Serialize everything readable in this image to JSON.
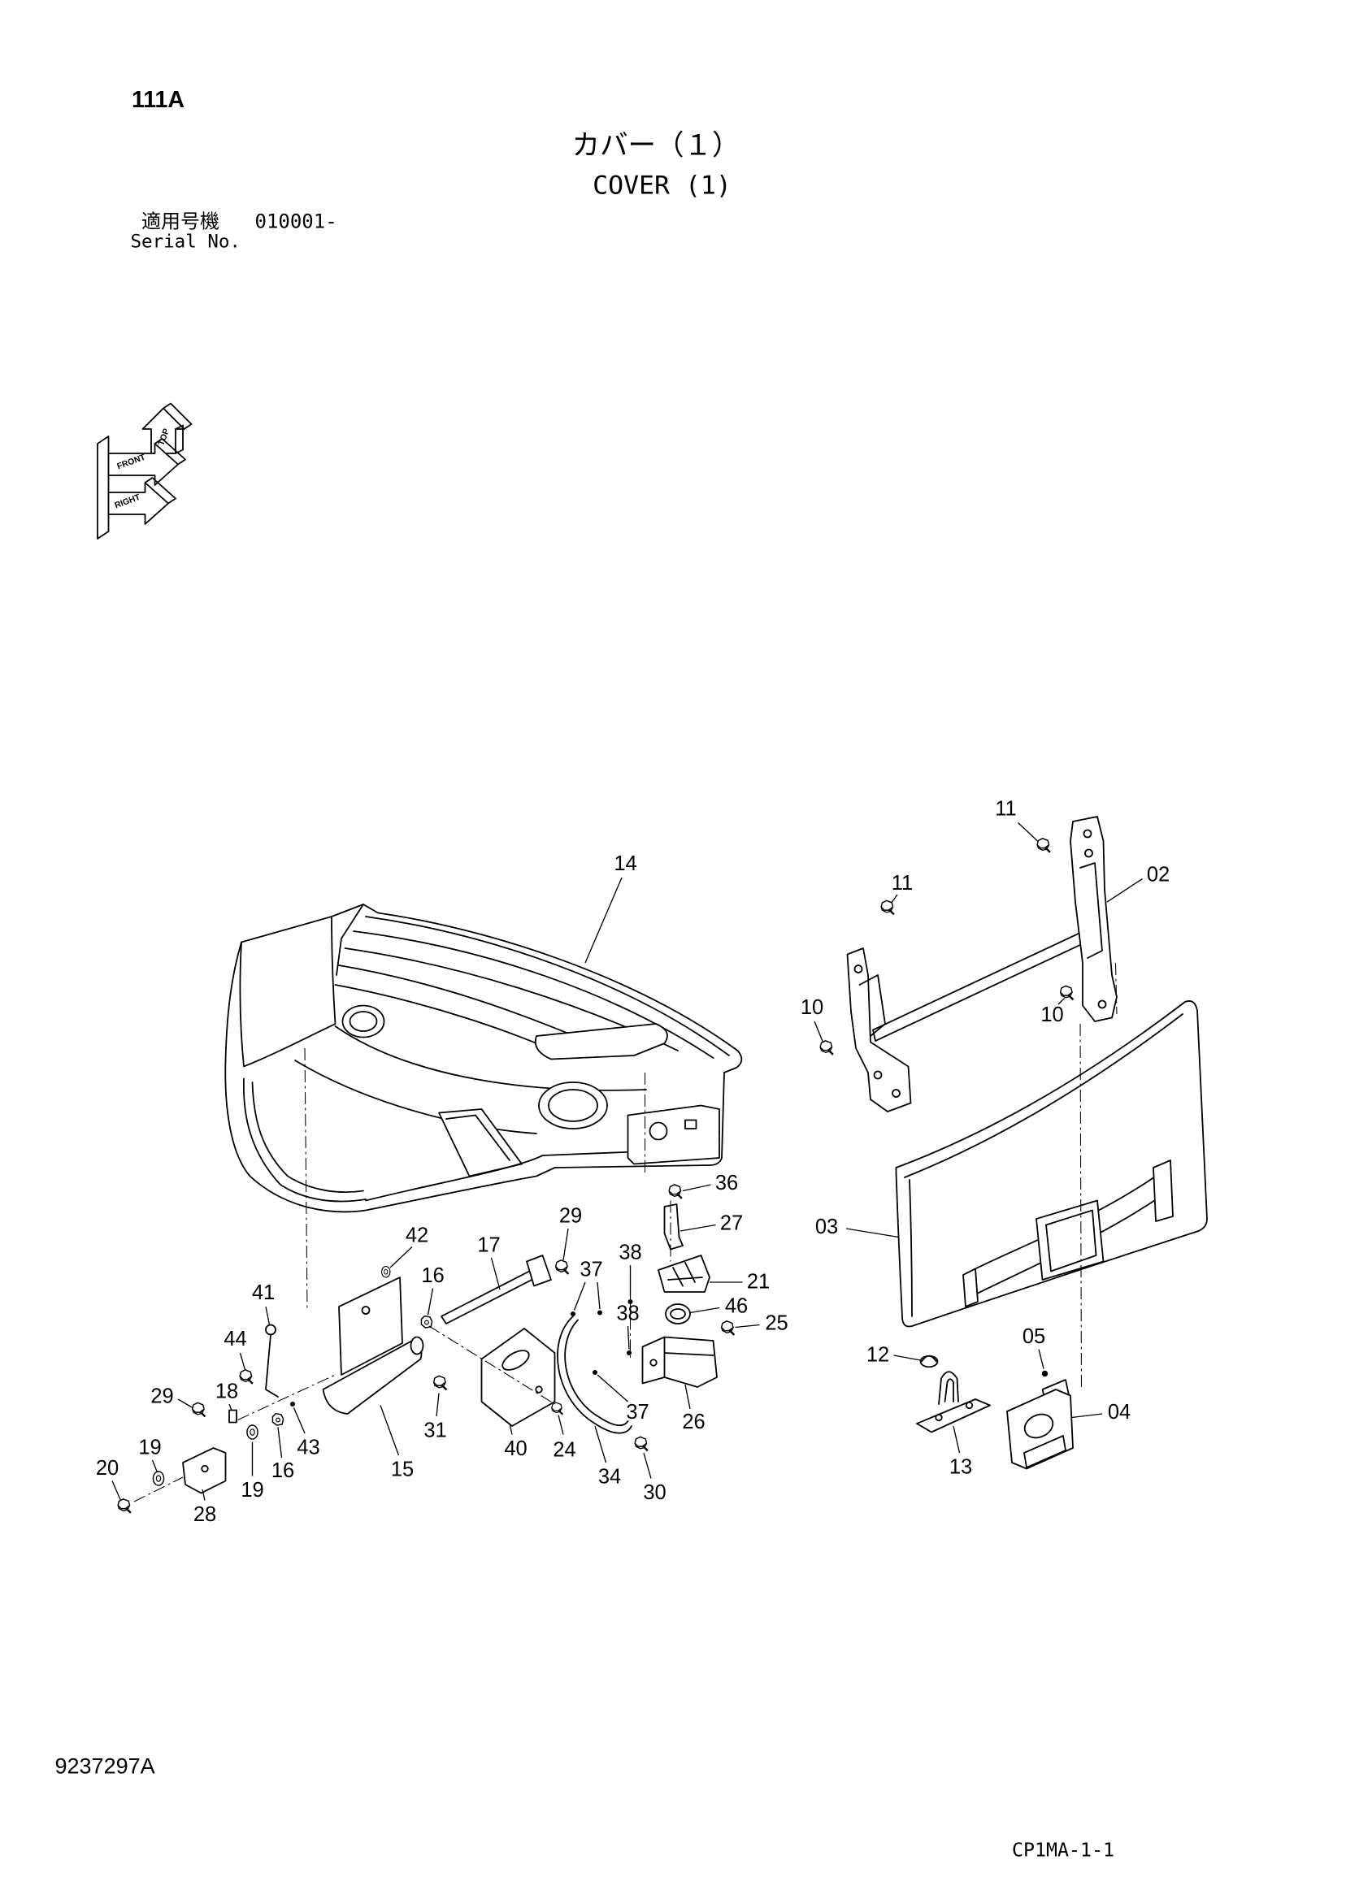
{
  "page": {
    "section_code": "111A",
    "title_ja": "カバー（１）",
    "title_en": "COVER (1)",
    "serial_label_ja": "適用号機",
    "serial_value": "010001-",
    "serial_label_en": "Serial No.",
    "drawing_number": "9237297A",
    "page_code": "CP1MA-1-1"
  },
  "orientation_icon": {
    "top": "TOP",
    "front": "FRONT",
    "right": "RIGHT"
  },
  "callouts": [
    "11",
    "14",
    "02",
    "11",
    "10",
    "10",
    "36",
    "29",
    "27",
    "03",
    "42",
    "17",
    "38",
    "37",
    "16",
    "21",
    "41",
    "46",
    "38",
    "25",
    "44",
    "05",
    "12",
    "29",
    "18",
    "37",
    "04",
    "26",
    "31",
    "43",
    "40",
    "24",
    "19",
    "20",
    "16",
    "15",
    "13",
    "34",
    "30",
    "19",
    "28"
  ],
  "colors": {
    "line": "#000000",
    "background": "#ffffff"
  }
}
